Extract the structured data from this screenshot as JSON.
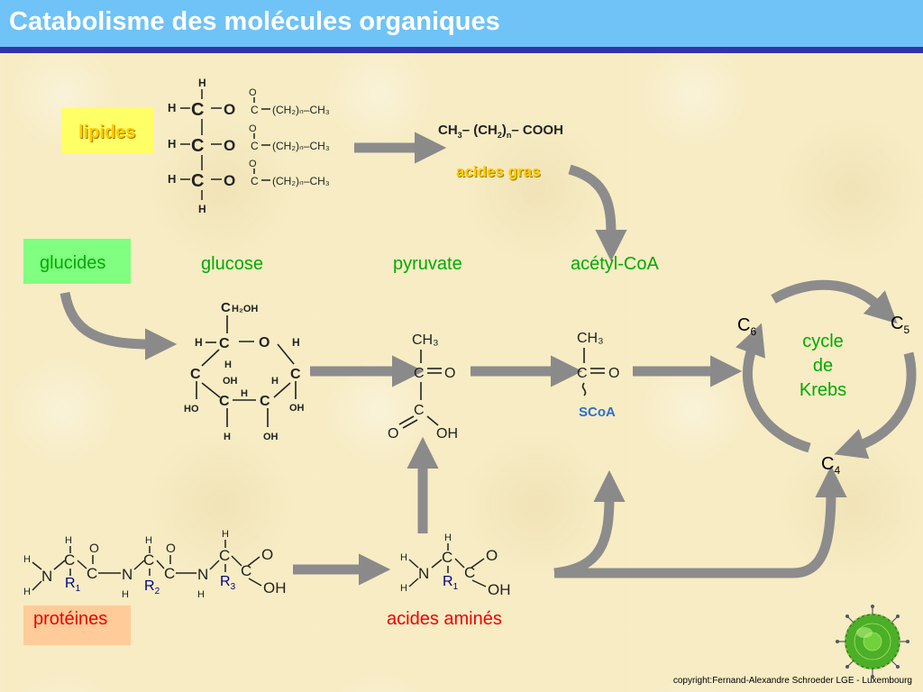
{
  "title": "Catabolisme des molécules organiques",
  "labels": {
    "lipides": "lipides",
    "glucides": "glucides",
    "proteines": "protéines",
    "acides_gras": "acides gras",
    "glucose": "glucose",
    "pyruvate": "pyruvate",
    "acetyl_coa": "acétyl-CoA",
    "acides_amines": "acides aminés",
    "cycle_line1": "cycle",
    "cycle_line2": "de",
    "cycle_line3": "Krebs",
    "c6": "C",
    "c6_sub": "6",
    "c5": "C",
    "c5_sub": "5",
    "c4": "C",
    "c4_sub": "4"
  },
  "formulas": {
    "fatty_acid": {
      "ch3": "CH",
      "ch3_sub": "3",
      "ch2": "(CH",
      "ch2_sub": "2",
      "ch2_close": ")",
      "n": "n",
      "cooh": "COOH"
    },
    "triglyceride_chain": {
      "ch2": "(CH",
      "sub2": "2",
      "close": ")",
      "n": "n",
      "ch3": "CH",
      "sub3": "3"
    },
    "glucose": {
      "ch2oh": "CH₂OH"
    },
    "pyruvate_ch3": "CH₃",
    "acetyl_ch3": "CH₃",
    "scoa": "SCoA",
    "r1": "R",
    "r1_sub": "1",
    "r2": "R",
    "r2_sub": "2",
    "r3": "R",
    "r3_sub": "3"
  },
  "colors": {
    "header": "#6fc3f7",
    "header_bar": "#3333aa",
    "lipides_box": "#ffff66",
    "glucides_box": "#80ff80",
    "proteines_box": "#ffcc99",
    "green_text": "#00aa00",
    "red_text": "#ee0000",
    "yellow_text": "#ffcc00",
    "blue_text": "#2a6fd0",
    "navy_text": "#000080",
    "arrow": "#888888"
  },
  "copyright": "copyright:Fernand-Alexandre Schroeder LGE - Luxembourg",
  "logo_icon": "green-virus-sphere-icon"
}
